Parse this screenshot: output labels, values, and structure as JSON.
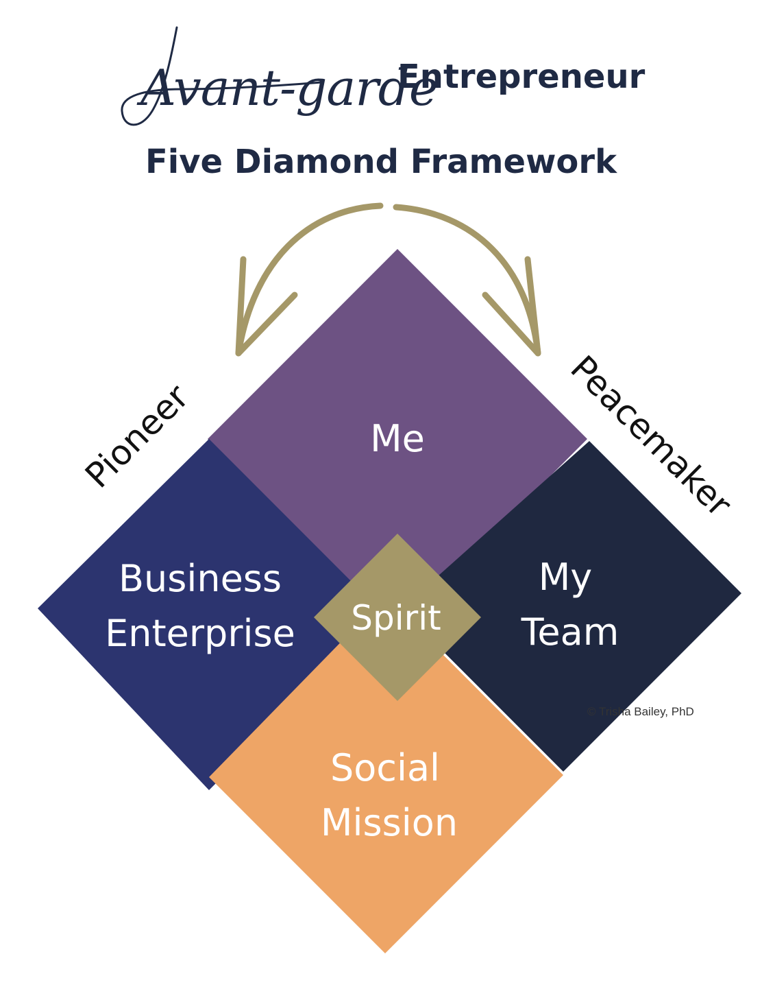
{
  "header": {
    "title_script": "Avant-garde",
    "title_bold": "Entrepreneur",
    "subtitle": "Five Diamond Framework"
  },
  "diamonds": {
    "top": {
      "label": "Me",
      "color": "#6d5283"
    },
    "left": {
      "line1": "Business",
      "line2": "Enterprise",
      "color": "#2c346f"
    },
    "right": {
      "line1": "My",
      "line2": "Team",
      "color": "#1f2840"
    },
    "bottom": {
      "line1": "Social",
      "line2": "Mission",
      "color": "#eea566"
    },
    "center": {
      "label": "Spirit",
      "color": "#a59868"
    }
  },
  "sides": {
    "left": "Pioneer",
    "right": "Peacemaker"
  },
  "arrow_color": "#a59868",
  "footer": {
    "copyright": "© Trisha Bailey, PhD"
  }
}
